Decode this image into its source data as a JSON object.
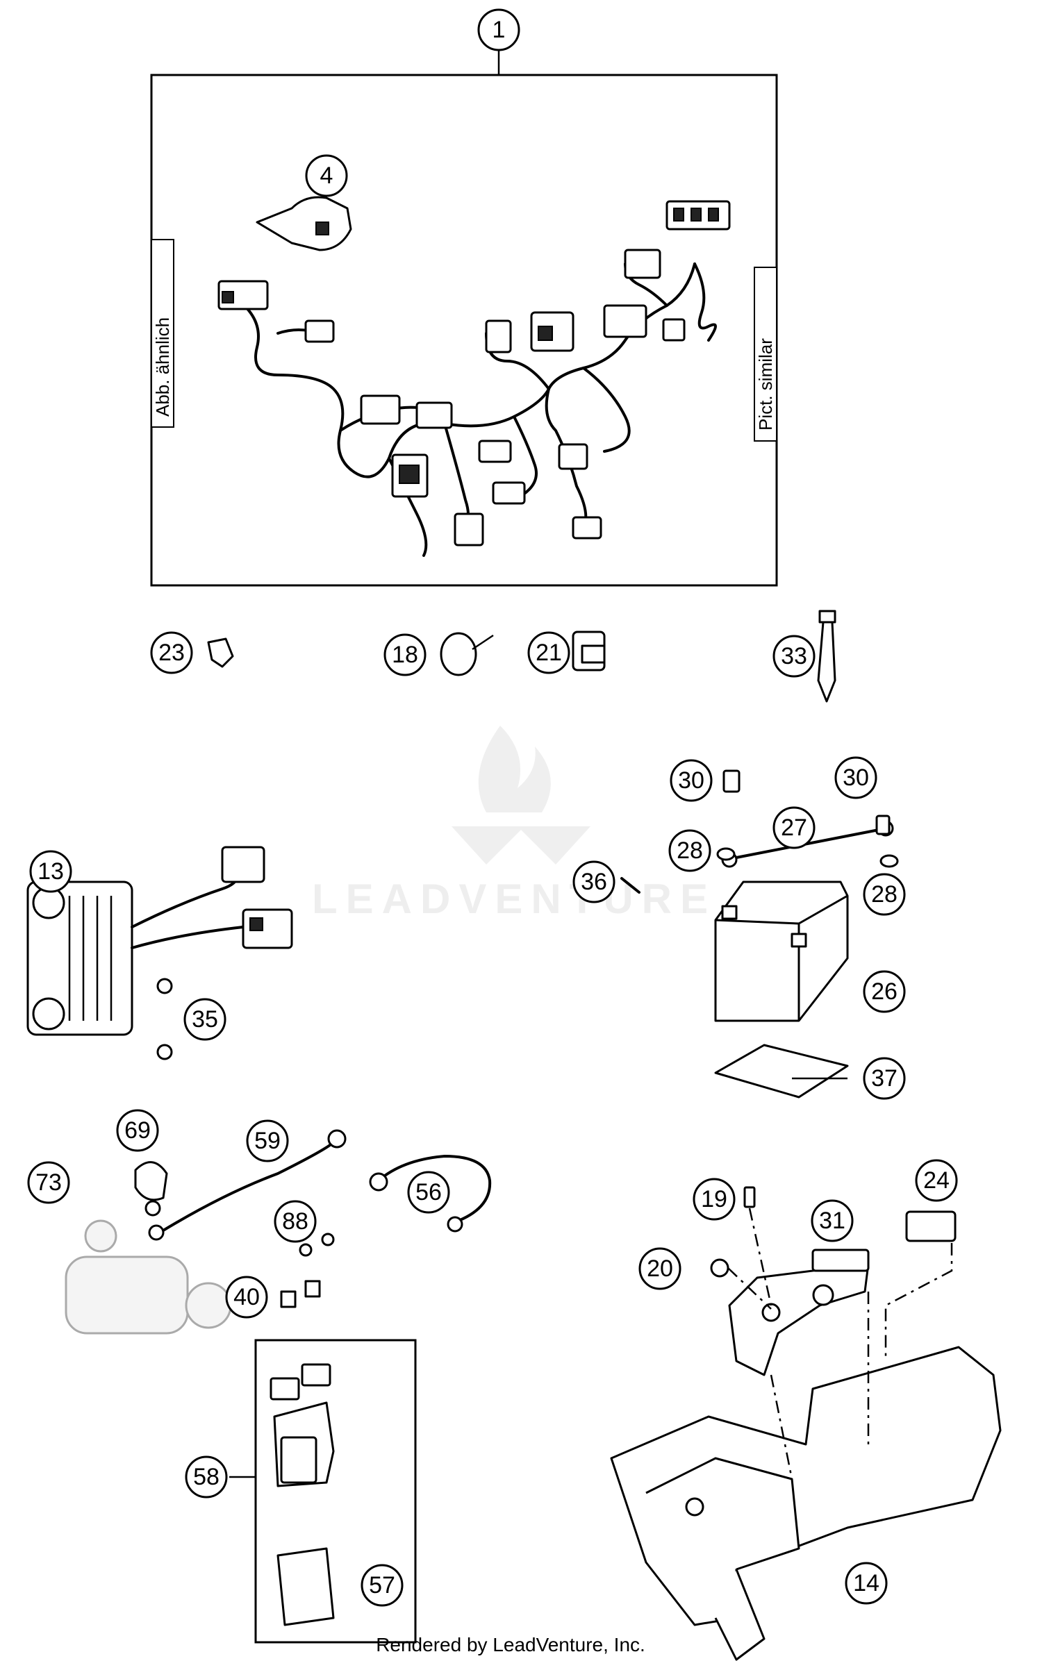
{
  "diagram": {
    "frame_label_left": "Abb. ähnlich",
    "frame_label_right": "Pict. similar",
    "watermark": "LEADVENTURE",
    "footer": "Rendered by LeadVenture, Inc.",
    "callouts": [
      "1",
      "4",
      "23",
      "18",
      "21",
      "33",
      "30",
      "30",
      "27",
      "28",
      "28",
      "36",
      "26",
      "37",
      "13",
      "35",
      "69",
      "59",
      "73",
      "56",
      "88",
      "40",
      "58",
      "57",
      "19",
      "31",
      "24",
      "20",
      "14"
    ]
  }
}
